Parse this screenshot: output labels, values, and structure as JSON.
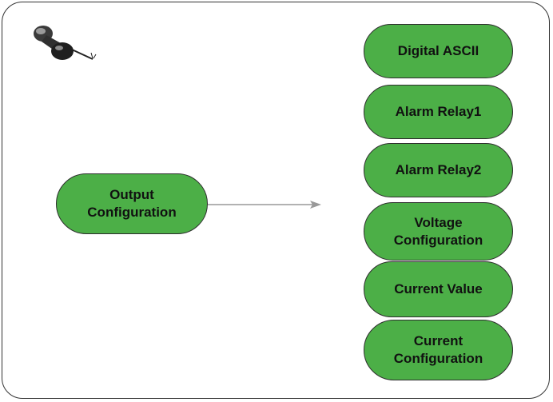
{
  "source_node": {
    "line1": "Output",
    "line2": "Configuration"
  },
  "target_nodes": [
    {
      "line1": "Digital ASCII",
      "line2": ""
    },
    {
      "line1": "Alarm Relay1",
      "line2": ""
    },
    {
      "line1": "Alarm Relay2",
      "line2": ""
    },
    {
      "line1": "Voltage",
      "line2": "Configuration"
    },
    {
      "line1": "Current Value",
      "line2": ""
    },
    {
      "line1": "Current",
      "line2": "Configuration"
    }
  ],
  "icons": {
    "pin": "pushpin-icon",
    "arrow": "right-arrow-icon"
  },
  "colors": {
    "node_fill": "#4caf47",
    "node_border": "#2d2d2d",
    "arrow": "#999999",
    "frame": "#333333"
  }
}
